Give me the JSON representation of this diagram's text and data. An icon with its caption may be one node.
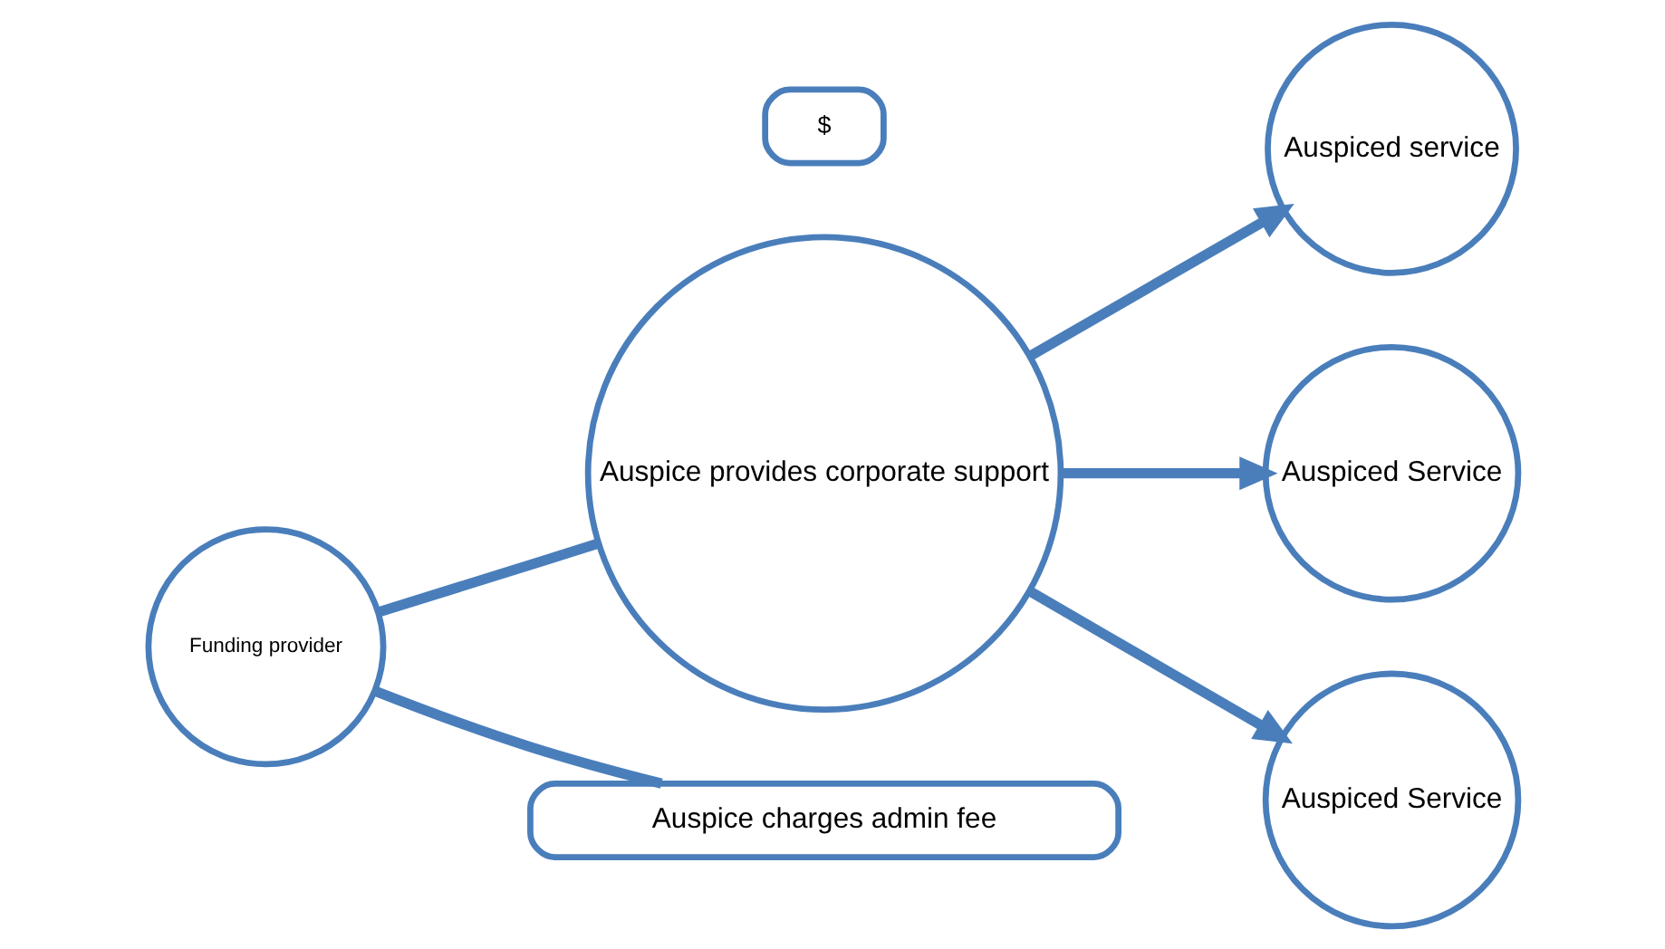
{
  "diagram": {
    "nodes": [
      {
        "text": [
          "Funding provider"
        ]
      },
      {
        "text": [
          "$"
        ]
      },
      {
        "text": [
          "Auspice provides corporate support"
        ]
      },
      {
        "text": [
          "Auspiced service"
        ]
      },
      {
        "text": [
          "Auspiced Service"
        ]
      },
      {
        "text": [
          "Auspiced Service"
        ]
      },
      {
        "text": [
          "Auspice charges admin fee"
        ]
      }
    ],
    "edges": [
      {
        "from": 0,
        "to": 2,
        "arrow": "none"
      },
      {
        "from": 0,
        "to": 6,
        "arrow": "none"
      },
      {
        "from": 2,
        "to": 3,
        "arrow": "to"
      },
      {
        "from": 2,
        "to": 4,
        "arrow": "to"
      },
      {
        "from": 2,
        "to": 5,
        "arrow": "to"
      }
    ]
  }
}
